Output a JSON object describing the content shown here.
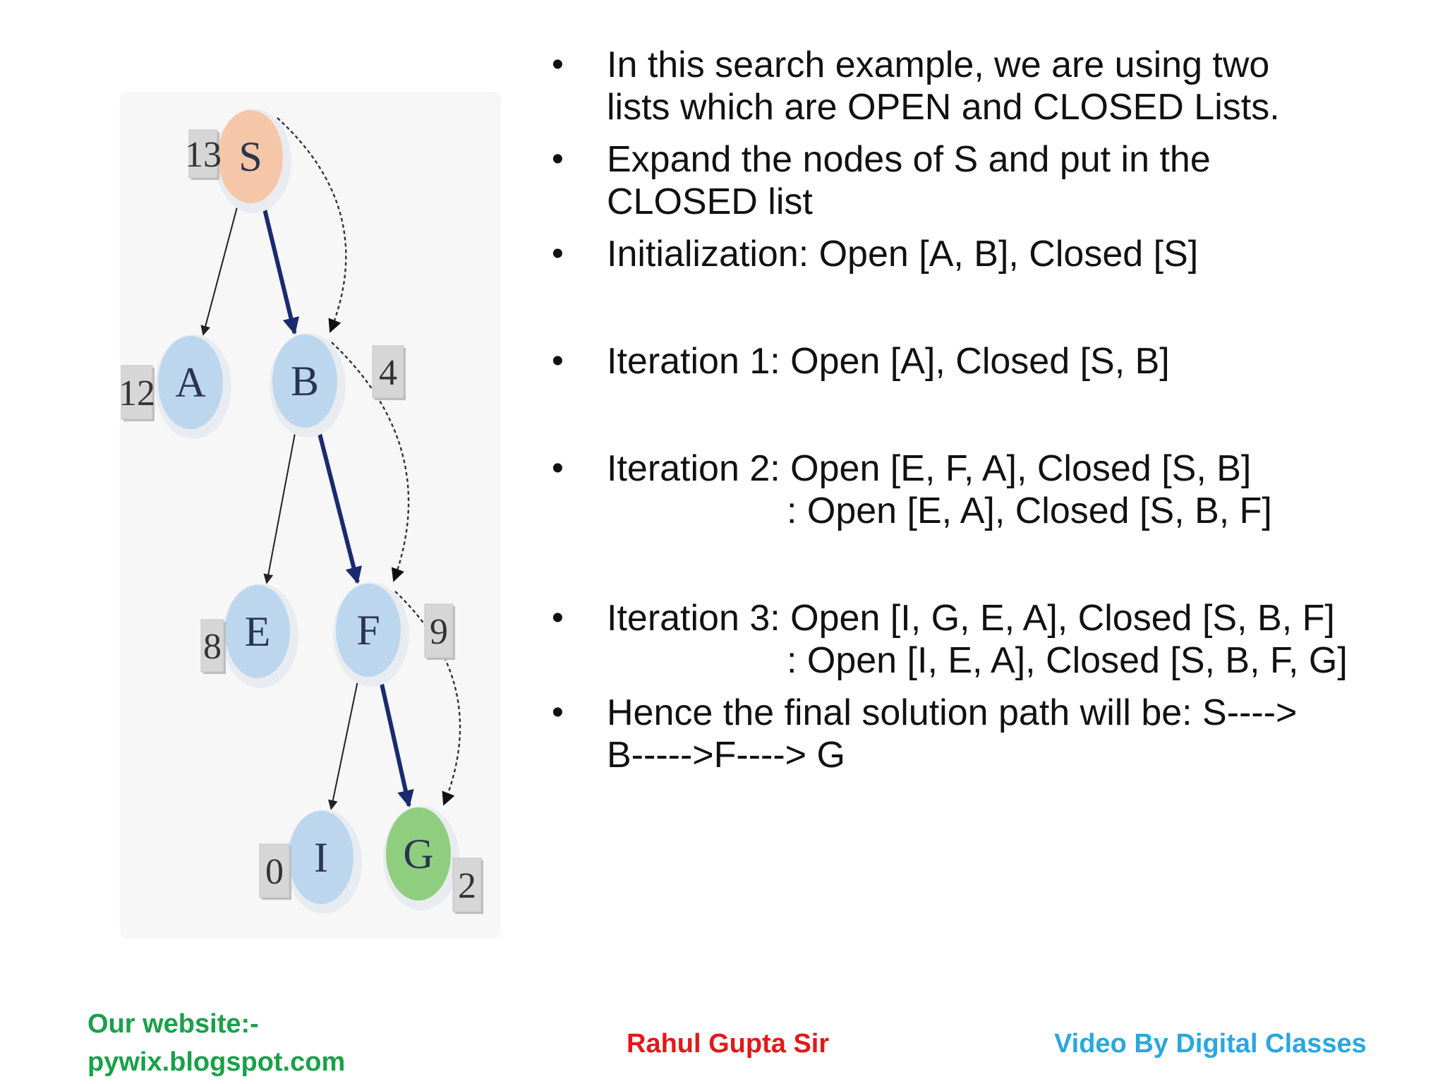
{
  "tree": {
    "nodes": [
      {
        "id": "S",
        "label": "S",
        "h": "13",
        "color": "#f6c6a8"
      },
      {
        "id": "A",
        "label": "A",
        "h": "12",
        "color": "#bcd6ee"
      },
      {
        "id": "B",
        "label": "B",
        "h": "4",
        "color": "#bcd6ee"
      },
      {
        "id": "E",
        "label": "E",
        "h": "8",
        "color": "#bcd6ee"
      },
      {
        "id": "F",
        "label": "F",
        "h": "9",
        "color": "#bcd6ee"
      },
      {
        "id": "I",
        "label": "I",
        "h": "0",
        "color": "#bcd6ee"
      },
      {
        "id": "G",
        "label": "G",
        "h": "2",
        "color": "#8fce7e"
      }
    ],
    "edges": [
      [
        "S",
        "A"
      ],
      [
        "S",
        "B"
      ],
      [
        "B",
        "E"
      ],
      [
        "B",
        "F"
      ],
      [
        "F",
        "I"
      ],
      [
        "F",
        "G"
      ]
    ],
    "path": [
      "S",
      "B",
      "F",
      "G"
    ],
    "path_color": "#1a2a6e"
  },
  "bullets": [
    {
      "line1": "In this search example, we are using two",
      "line2": "lists which are OPEN and CLOSED Lists."
    },
    {
      "line1": "Expand the nodes of S and put in the",
      "line2": "CLOSED list"
    },
    {
      "line1": "Initialization: Open [A, B], Closed [S]",
      "line2": ""
    },
    {
      "line1": "Iteration 1: Open [A], Closed [S, B]",
      "line2": ""
    },
    {
      "line1": "Iteration 2: Open [E, F, A], Closed [S, B]",
      "line2": ": Open [E, A], Closed [S, B, F]"
    },
    {
      "line1": "Iteration 3: Open [I, G, E, A], Closed [S, B, F]",
      "line2": ": Open [I, E, A], Closed [S, B, F, G]"
    },
    {
      "line1": "Hence the final solution path will be: S---->",
      "line2": "B----->F----> G"
    }
  ],
  "footer": {
    "website_line1": "Our website:-",
    "website_line2": "pywix.blogspot.com",
    "author": "Rahul Gupta Sir",
    "credit": "Video By Digital Classes",
    "website_color": "#1aa04a",
    "author_color": "#e01a1a",
    "credit_color": "#2aa7e0"
  }
}
